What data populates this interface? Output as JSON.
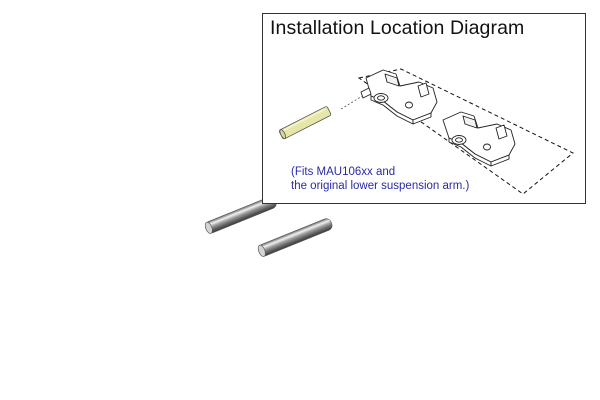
{
  "diagram": {
    "title": "Installation Location Diagram",
    "note_lines": [
      "(Fits MAU106xx and",
      " the original lower suspension arm.)"
    ],
    "note_color": "#2a2aa8",
    "pin_color_highlight": "#e6e6a8",
    "pin_color_metal": "#b8b8b8"
  }
}
